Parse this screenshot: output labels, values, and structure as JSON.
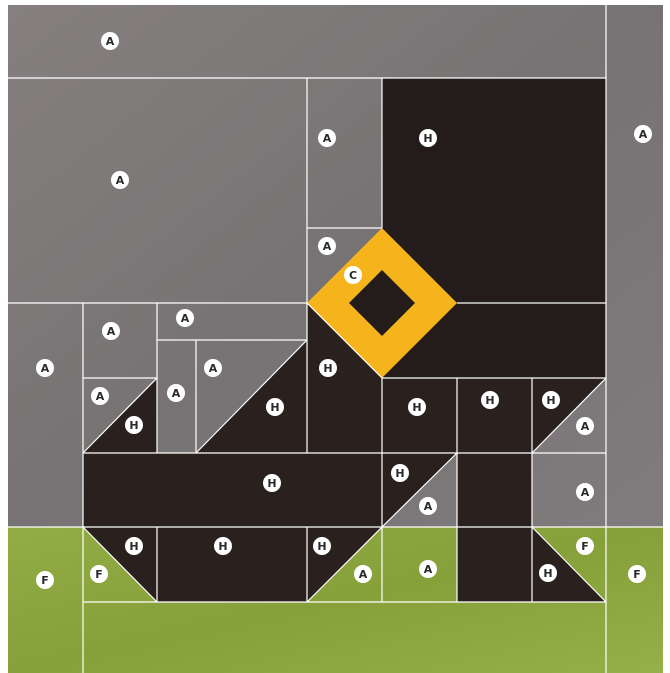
{
  "colors": {
    "A": "#7d797b",
    "A_light": "#8c888a",
    "H": "#231c1a",
    "H_print": "#2c2322",
    "C": "#f5b41c",
    "F": "#8aa43c",
    "F_light": "#9ab64a",
    "seam": "#ffffff"
  },
  "fabric_legend": {
    "A": "A",
    "C": "C",
    "F": "F",
    "H": "H"
  },
  "labels": [
    {
      "id": "a1",
      "text": "A"
    },
    {
      "id": "a2",
      "text": "A"
    },
    {
      "id": "a3",
      "text": "A"
    },
    {
      "id": "a4",
      "text": "A"
    },
    {
      "id": "a5",
      "text": "A"
    },
    {
      "id": "h1",
      "text": "H"
    },
    {
      "id": "c1",
      "text": "C"
    },
    {
      "id": "a6",
      "text": "A"
    },
    {
      "id": "a7",
      "text": "A"
    },
    {
      "id": "a8",
      "text": "A"
    },
    {
      "id": "a9",
      "text": "A"
    },
    {
      "id": "a10",
      "text": "A"
    },
    {
      "id": "h2",
      "text": "H"
    },
    {
      "id": "a11",
      "text": "A"
    },
    {
      "id": "h3",
      "text": "H"
    },
    {
      "id": "h4",
      "text": "H"
    },
    {
      "id": "h5",
      "text": "H"
    },
    {
      "id": "h6",
      "text": "H"
    },
    {
      "id": "h7",
      "text": "H"
    },
    {
      "id": "a12",
      "text": "A"
    },
    {
      "id": "h8",
      "text": "H"
    },
    {
      "id": "h9",
      "text": "H"
    },
    {
      "id": "a13",
      "text": "A"
    },
    {
      "id": "a14",
      "text": "A"
    },
    {
      "id": "h10",
      "text": "H"
    },
    {
      "id": "h11",
      "text": "H"
    },
    {
      "id": "h12",
      "text": "H"
    },
    {
      "id": "f1",
      "text": "F"
    },
    {
      "id": "f2",
      "text": "F"
    },
    {
      "id": "a15",
      "text": "A"
    },
    {
      "id": "a16",
      "text": "A"
    },
    {
      "id": "h13",
      "text": "H"
    },
    {
      "id": "f3",
      "text": "F"
    },
    {
      "id": "f4",
      "text": "F"
    }
  ]
}
